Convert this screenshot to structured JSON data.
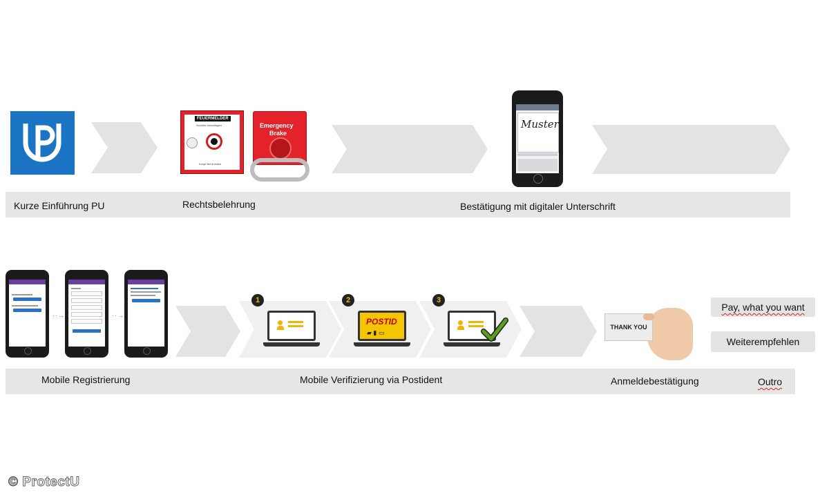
{
  "row1": {
    "labels": {
      "intro": "Kurze Einführung PU",
      "legal": "Rechtsbelehrung",
      "signature": "Bestätigung mit digitaler Unterschrift"
    },
    "fire_alarm": {
      "title": "FEUERMELDER",
      "line1": "Scheibe einschlagen",
      "line2": "Knopf tief drücken"
    },
    "emergency": {
      "line1": "Emergency",
      "line2": "Brake"
    },
    "signature_phone": {
      "signature_text": "Muster"
    }
  },
  "row2": {
    "labels": {
      "mobile_registration": "Mobile Registrierung",
      "verification": "Mobile Verifizierung via Postident",
      "confirmation": "Anmeldebestätigung",
      "outro": "Outro"
    },
    "steps": [
      "1",
      "2",
      "3"
    ],
    "postid_logo": "POSTID",
    "thank_you": "THANK YOU",
    "buttons": {
      "pay": "Pay, what you want",
      "recommend": "Weiterempfehlen"
    }
  },
  "footer": {
    "copyright": "© ProtectU"
  },
  "colors": {
    "brand_blue": "#1b73c4",
    "band_gray": "#e6e6e6",
    "chevron_gray": "#e3e3e3",
    "alarm_red": "#e4222a",
    "postid_yellow": "#f5c500",
    "check_green": "#5aa020"
  }
}
